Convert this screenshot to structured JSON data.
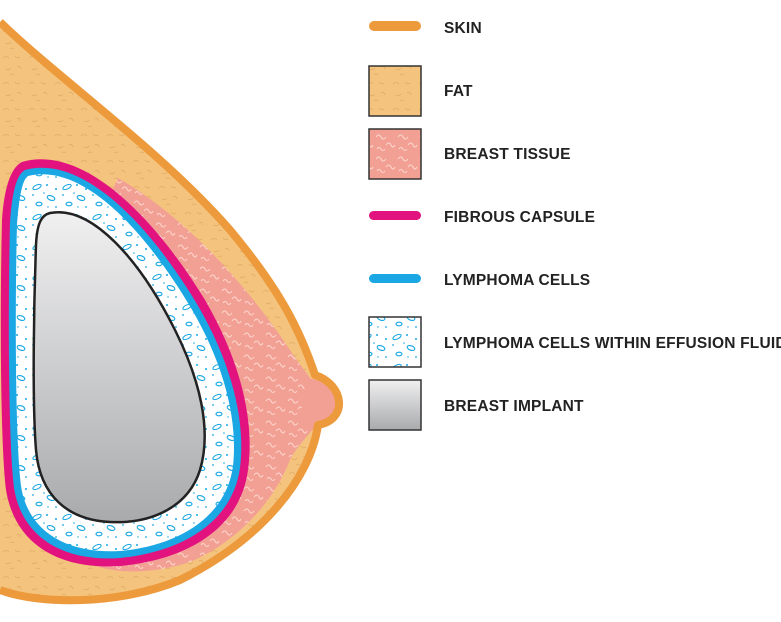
{
  "legend": {
    "skin": {
      "label": "SKIN",
      "color": "#ec9a3c"
    },
    "fat": {
      "label": "FAT",
      "color": "#f4c47e"
    },
    "breast_tissue": {
      "label": "BREAST TISSUE",
      "color": "#f3a094"
    },
    "fibrous_capsule": {
      "label": "FIBROUS CAPSULE",
      "color": "#e2127e"
    },
    "lymphoma_cells": {
      "label": "LYMPHOMA CELLS",
      "color": "#1aa7e3"
    },
    "effusion_fluid": {
      "label": "LYMPHOMA CELLS WITHIN EFFUSION FLUID",
      "color": "#ffffff"
    },
    "breast_implant": {
      "label": "BREAST IMPLANT",
      "color": "#a9aaac"
    }
  }
}
